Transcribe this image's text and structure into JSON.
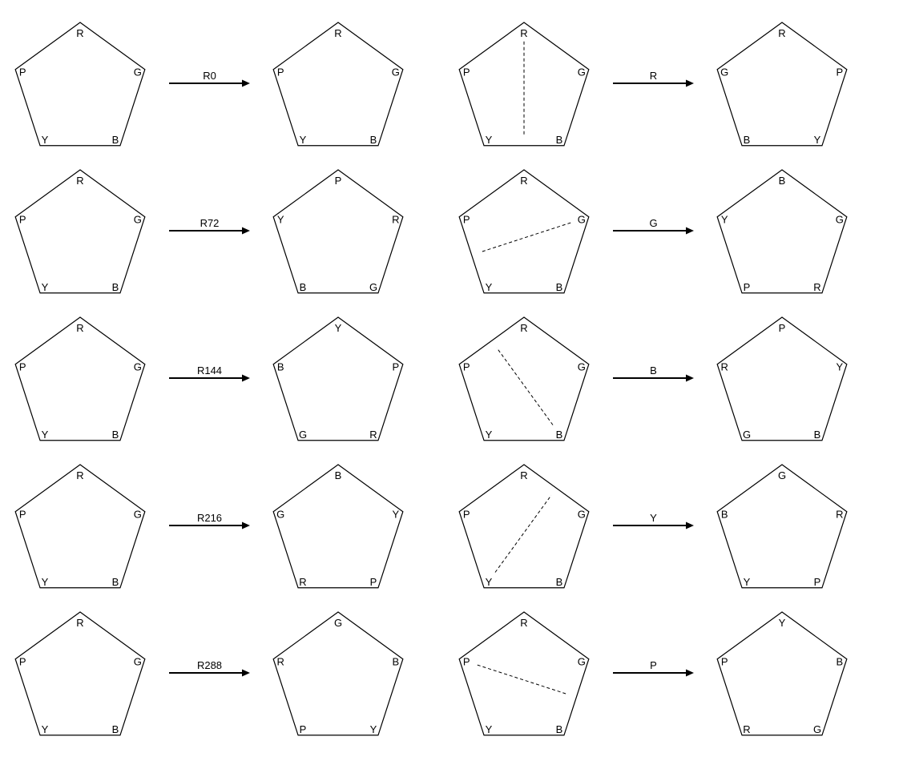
{
  "rotations": [
    {
      "label": "R0",
      "before": [
        "R",
        "G",
        "B",
        "Y",
        "P"
      ],
      "after": [
        "R",
        "G",
        "B",
        "Y",
        "P"
      ]
    },
    {
      "label": "R72",
      "before": [
        "R",
        "G",
        "B",
        "Y",
        "P"
      ],
      "after": [
        "P",
        "R",
        "G",
        "B",
        "Y"
      ]
    },
    {
      "label": "R144",
      "before": [
        "R",
        "G",
        "B",
        "Y",
        "P"
      ],
      "after": [
        "Y",
        "P",
        "R",
        "G",
        "B"
      ]
    },
    {
      "label": "R216",
      "before": [
        "R",
        "G",
        "B",
        "Y",
        "P"
      ],
      "after": [
        "B",
        "Y",
        "P",
        "R",
        "G"
      ]
    },
    {
      "label": "R288",
      "before": [
        "R",
        "G",
        "B",
        "Y",
        "P"
      ],
      "after": [
        "G",
        "B",
        "Y",
        "P",
        "R"
      ]
    }
  ],
  "reflections": [
    {
      "label": "R",
      "axis_vertex": 0,
      "before": [
        "R",
        "G",
        "B",
        "Y",
        "P"
      ],
      "after": [
        "R",
        "P",
        "Y",
        "B",
        "G"
      ]
    },
    {
      "label": "G",
      "axis_vertex": 1,
      "before": [
        "R",
        "G",
        "B",
        "Y",
        "P"
      ],
      "after": [
        "B",
        "G",
        "R",
        "P",
        "Y"
      ]
    },
    {
      "label": "B",
      "axis_vertex": 2,
      "before": [
        "R",
        "G",
        "B",
        "Y",
        "P"
      ],
      "after": [
        "P",
        "Y",
        "B",
        "G",
        "R"
      ]
    },
    {
      "label": "Y",
      "axis_vertex": 3,
      "before": [
        "R",
        "G",
        "B",
        "Y",
        "P"
      ],
      "after": [
        "G",
        "R",
        "P",
        "Y",
        "B"
      ]
    },
    {
      "label": "P",
      "axis_vertex": 4,
      "before": [
        "R",
        "G",
        "B",
        "Y",
        "P"
      ],
      "after": [
        "Y",
        "B",
        "G",
        "R",
        "P"
      ]
    }
  ]
}
